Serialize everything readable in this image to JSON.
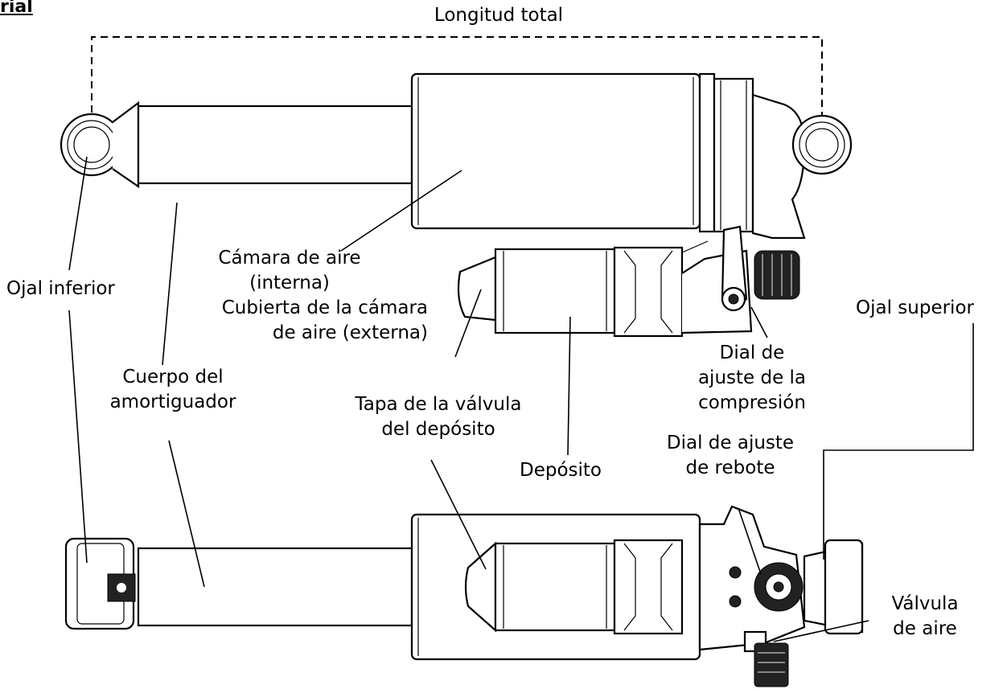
{
  "header": {
    "title_fragment": "rial"
  },
  "labels": {
    "overall_length": "Longitud total",
    "air_chamber": [
      "Cámara de aire",
      "(interna)"
    ],
    "air_can": [
      "Cubierta de la cámara",
      "de aire (externa)"
    ],
    "lower_eyelet": "Ojal inferior",
    "shock_body": [
      "Cuerpo del",
      "amortiguador"
    ],
    "reservoir_cap": [
      "Tapa de la válvula",
      "del depósito"
    ],
    "reservoir": "Depósito",
    "compression_dial": [
      "Dial de",
      "ajuste de la",
      "compresión"
    ],
    "rebound_dial": [
      "Dial de ajuste",
      "de rebote"
    ],
    "upper_eyelet": "Ojal superior",
    "air_valve": [
      "Válvula",
      "de aire"
    ]
  }
}
